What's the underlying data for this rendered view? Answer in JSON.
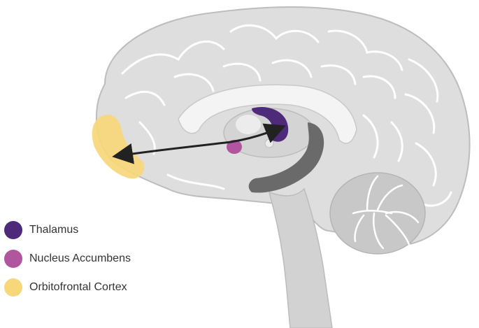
{
  "colors": {
    "thalamus": "#4e2a7a",
    "nucleus_accumbens": "#b0559e",
    "orbitofrontal_cortex": "#f7d77a",
    "brain_fill": "#dedede",
    "brain_edge": "#bdbdbd",
    "brainstem_fill": "#d2d2d2",
    "cerebellum_fill": "#c8c8c8",
    "dark_structure": "#6a6a6a",
    "arrow": "#222222"
  },
  "legend": {
    "items": [
      {
        "label": "Thalamus",
        "color": "#4e2a7a"
      },
      {
        "label": "Nucleus Accumbens",
        "color": "#b0559e"
      },
      {
        "label": "Orbitofrontal Cortex",
        "color": "#f7d77a"
      }
    ]
  }
}
